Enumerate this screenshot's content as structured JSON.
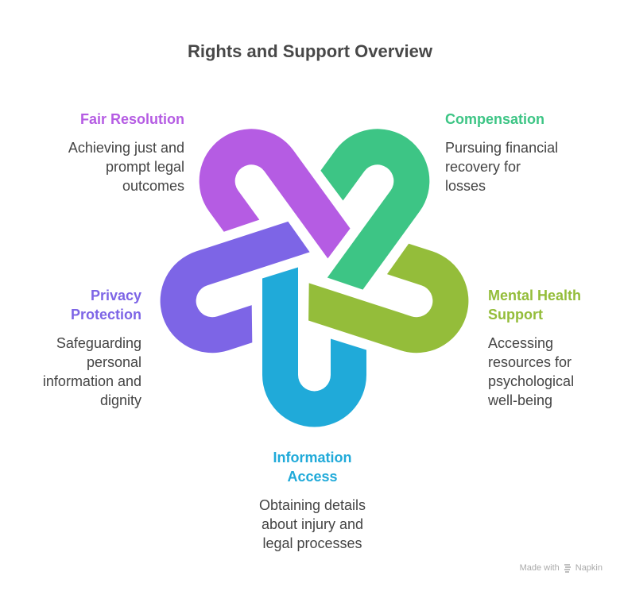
{
  "title": "Rights and Support Overview",
  "items": [
    {
      "id": "fair-resolution",
      "title": "Fair Resolution",
      "title_lines": [
        "Fair Resolution"
      ],
      "description_lines": [
        "Achieving just and",
        "prompt legal",
        "outcomes"
      ],
      "color": "#B55CE3"
    },
    {
      "id": "compensation",
      "title": "Compensation",
      "title_lines": [
        "Compensation"
      ],
      "description_lines": [
        "Pursuing financial",
        "recovery for",
        "losses"
      ],
      "color": "#3DC585"
    },
    {
      "id": "mental-health-support",
      "title": "Mental Health Support",
      "title_lines": [
        "Mental Health",
        "Support"
      ],
      "description_lines": [
        "Accessing",
        "resources for",
        "psychological",
        "well-being"
      ],
      "color": "#94BD3A"
    },
    {
      "id": "information-access",
      "title": "Information Access",
      "title_lines": [
        "Information",
        "Access"
      ],
      "description_lines": [
        "Obtaining details",
        "about injury and",
        "legal processes"
      ],
      "color": "#20AAD9"
    },
    {
      "id": "privacy-protection",
      "title": "Privacy Protection",
      "title_lines": [
        "Privacy",
        "Protection"
      ],
      "description_lines": [
        "Safeguarding",
        "personal",
        "information and",
        "dignity"
      ],
      "color": "#7D65E6"
    }
  ],
  "watermark": {
    "prefix": "Made with",
    "brand": "Napkin",
    "icon": "napkin-logo-icon"
  }
}
